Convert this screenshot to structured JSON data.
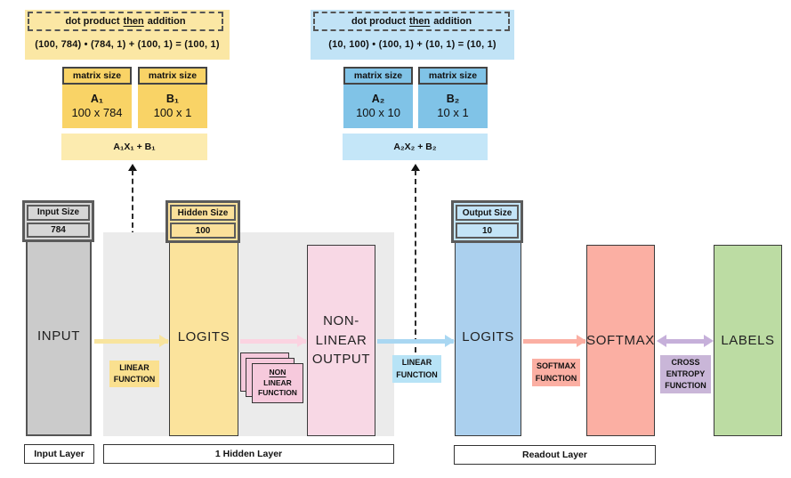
{
  "palette": {
    "yellow_light": "#FBE7A4",
    "yellow_gold": "#F9D366",
    "yellow_box": "#FBE39C",
    "blue_light": "#C1E3F6",
    "blue_matrix": "#80C3E7",
    "blue_box": "#ABD0EE",
    "pink_box": "#F8D8E5",
    "pink_card": "#F6C9DC",
    "salmon": "#FBAFA3",
    "green": "#BCDCA3",
    "purple": "#C9B6D8",
    "gray_box": "#CBCBCB",
    "hidden_bg": "#EBEBEB"
  },
  "ann_yellow": {
    "title_pre": "dot product",
    "title_mid": "then",
    "title_post": "addition",
    "formula": "(100, 784) • (784, 1) + (100, 1) = (100, 1)",
    "matrix_a_header": "matrix size",
    "matrix_a_name": "A₁",
    "matrix_a_size": "100 x 784",
    "matrix_b_header": "matrix size",
    "matrix_b_name": "B₁",
    "matrix_b_size": "100 x 1",
    "equation": "A₁X₁ + B₁"
  },
  "ann_blue": {
    "title_pre": "dot product",
    "title_mid": "then",
    "title_post": "addition",
    "formula": "(10, 100) • (100, 1) + (10, 1) = (10, 1)",
    "matrix_a_header": "matrix size",
    "matrix_a_name": "A₂",
    "matrix_a_size": "100 x 10",
    "matrix_b_header": "matrix size",
    "matrix_b_name": "B₂",
    "matrix_b_size": "10 x 1",
    "equation": "A₂X₂ + B₂"
  },
  "pipeline": {
    "input_header": "Input Size",
    "input_size": "784",
    "input_label": "INPUT",
    "hidden_header": "Hidden Size",
    "hidden_size": "100",
    "hidden_logits_label": "LOGITS",
    "nonlinear_lines": [
      "NON-",
      "LINEAR",
      "OUTPUT"
    ],
    "output_header": "Output Size",
    "output_size": "10",
    "readout_logits_label": "LOGITS",
    "softmax_label": "SOFTMAX",
    "labels_label": "LABELS"
  },
  "fn_labels": {
    "linear1_l1": "LINEAR",
    "linear1_l2": "FUNCTION",
    "nonlinear_l1": "NON",
    "nonlinear_l2": "LINEAR",
    "nonlinear_l3": "FUNCTION",
    "linear2_l1": "LINEAR",
    "linear2_l2": "FUNCTION",
    "softmax_l1": "SOFTMAX",
    "softmax_l2": "FUNCTION",
    "ce_l1": "CROSS",
    "ce_l2": "ENTROPY",
    "ce_l3": "FUNCTION"
  },
  "layer_labels": {
    "input": "Input Layer",
    "hidden": "1 Hidden Layer",
    "readout": "Readout Layer"
  }
}
